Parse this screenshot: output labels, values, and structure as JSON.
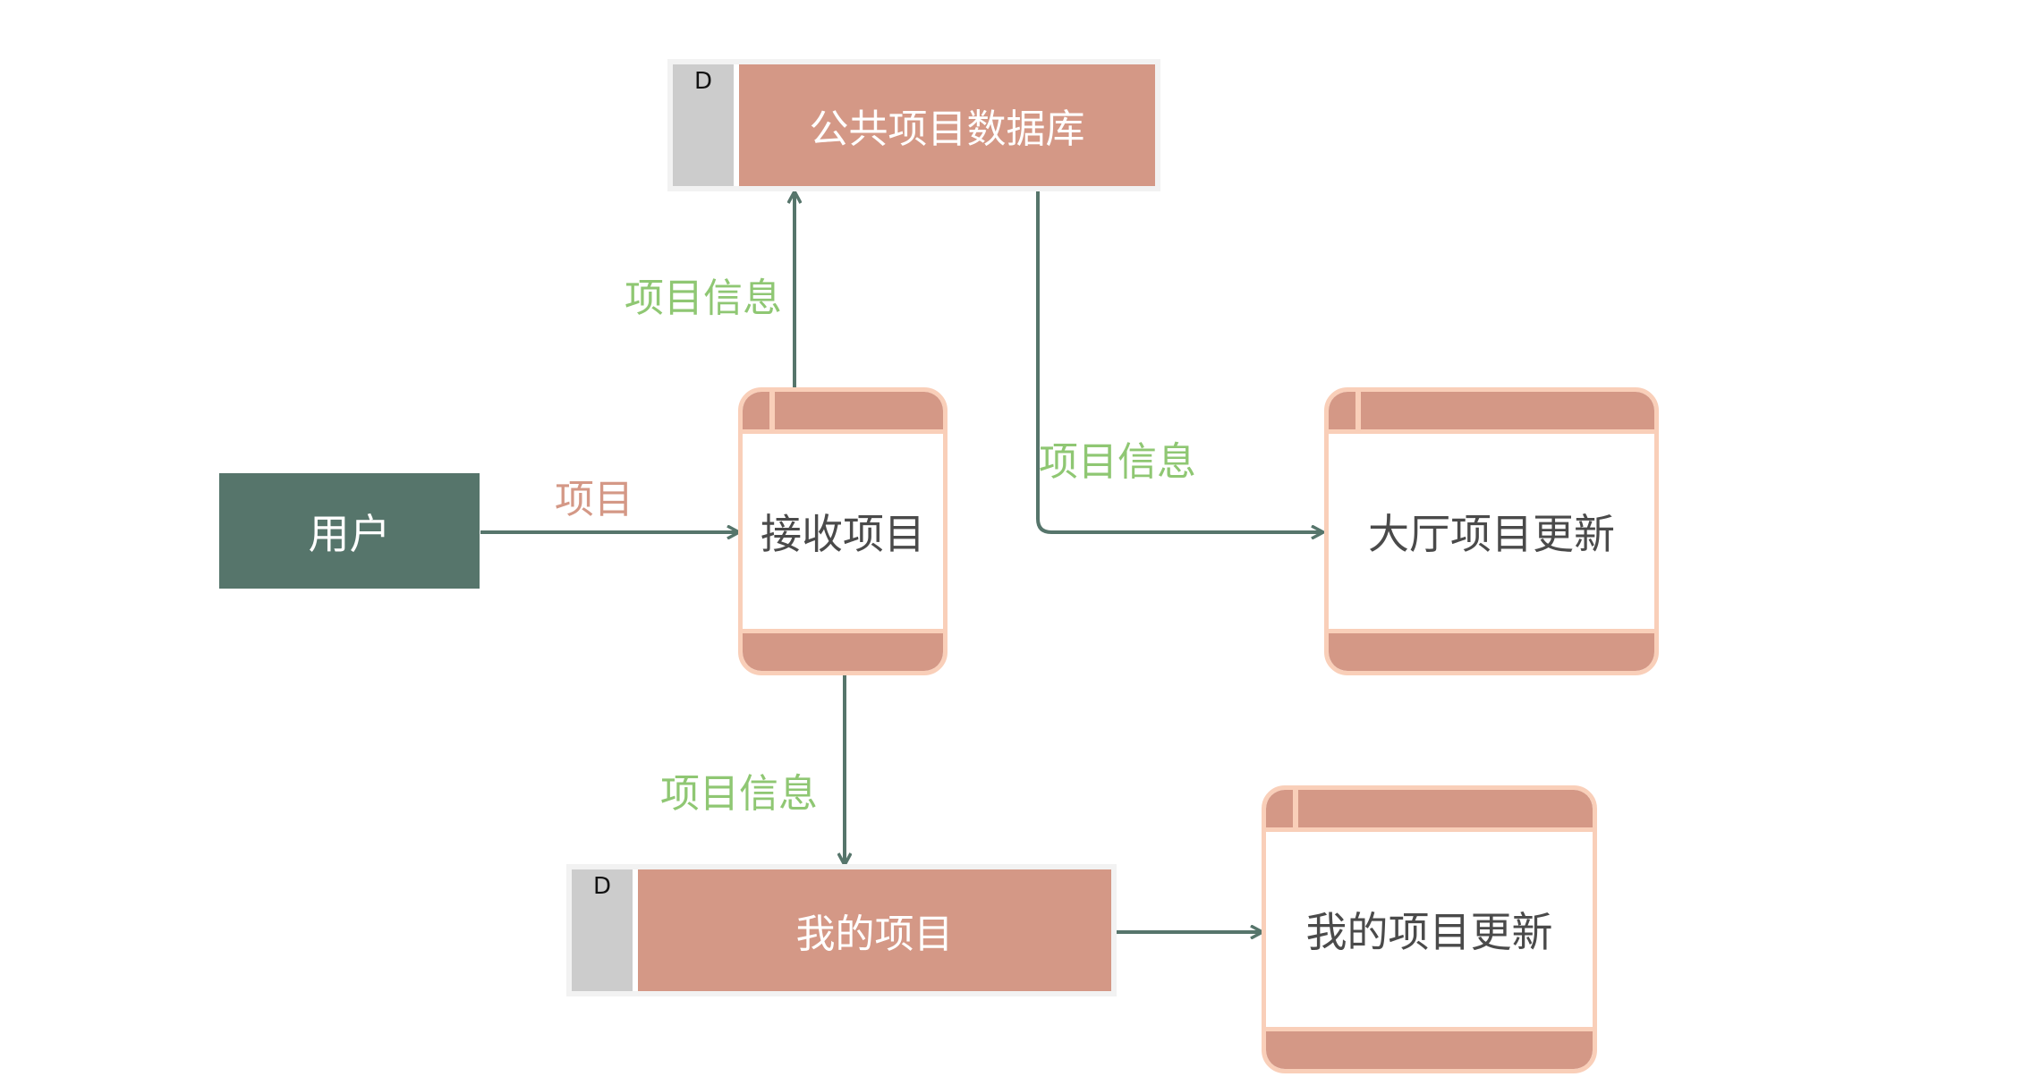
{
  "entity": {
    "label": "用户"
  },
  "datastores": {
    "public_db": {
      "tag": "D",
      "label": "公共项目数据库"
    },
    "my_projects": {
      "tag": "D",
      "label": "我的项目"
    }
  },
  "processes": {
    "receive": {
      "label": "接收项目"
    },
    "hall_update": {
      "label": "大厅项目更新"
    },
    "my_update": {
      "label": "我的项目更新"
    }
  },
  "flows": {
    "user_to_receive": "项目",
    "receive_to_public": "项目信息",
    "public_to_hall": "项目信息",
    "receive_to_my": "项目信息"
  },
  "colors": {
    "entity": "#56756b",
    "store": "#d49886",
    "border": "#f9cfb9",
    "arrow": "#56756b",
    "green_label": "#8fc773",
    "salmon_label": "#d49886"
  }
}
